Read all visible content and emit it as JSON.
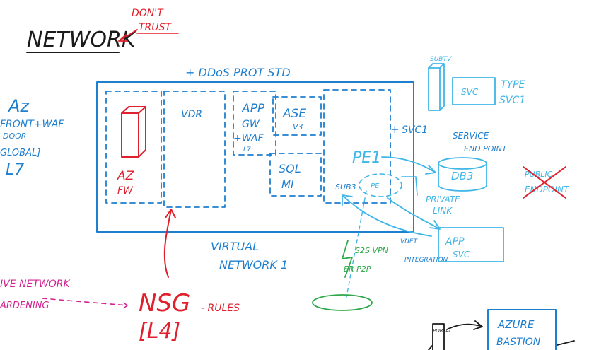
{
  "colors": {
    "black": "#1a1a1a",
    "blue": "#1f7fcf",
    "light_blue": "#3fb6e8",
    "red": "#e0202c",
    "magenta": "#d1228f",
    "green": "#2ea84a"
  },
  "header": {
    "title": "NETWORK",
    "note_line1": "DON'T",
    "note_line2": "TRUST"
  },
  "left_side": {
    "az": "Az",
    "front_waf": "FRONT+WAF",
    "door": "DOOR",
    "global": "GLOBAL]",
    "l7": "L7"
  },
  "vnet": {
    "ddos": "+ DDoS PROT STD",
    "az_fw_1": "AZ",
    "az_fw_2": "FW",
    "vdr": "VDR",
    "app_gw_1": "APP",
    "app_gw_2": "GW",
    "app_gw_3": "+WAF",
    "app_gw_4": "L7",
    "ase_1": "ASE",
    "ase_2": "V3",
    "sql_1": "SQL",
    "sql_2": "MI",
    "sub3": "SUB3",
    "pe_small": "PE",
    "plus": "+",
    "label_1": "VIRTUAL",
    "label_2": "NETWORK 1"
  },
  "right_side": {
    "subtv": "SUBTV",
    "svc_box": "SVC",
    "type_1": "TYPE",
    "type_2": "SVC1",
    "svc1": "SVC1",
    "service_1": "SERVICE",
    "service_2": "END POINT",
    "pe1": "PE1",
    "db3": "DB3",
    "public_1": "PUBLIC",
    "public_2": "ENDPOINT",
    "private_1": "PRIVATE",
    "private_2": "LINK",
    "vnet_integ_1": "VNET",
    "vnet_integ_2": "INTEGRATION",
    "app_svc_1": "APP",
    "app_svc_2": "SVC"
  },
  "connectivity": {
    "s2s_1": "S2S VPN",
    "s2s_2": "ER P2P"
  },
  "bottom": {
    "native_1": "IVE NETWORK",
    "native_2": "ARDENING",
    "nsg": "NSG",
    "l4": "[L4]",
    "rules": "- RULES",
    "portal": "PORTAL",
    "bastion_1": "AZURE",
    "bastion_2": "BASTION"
  }
}
